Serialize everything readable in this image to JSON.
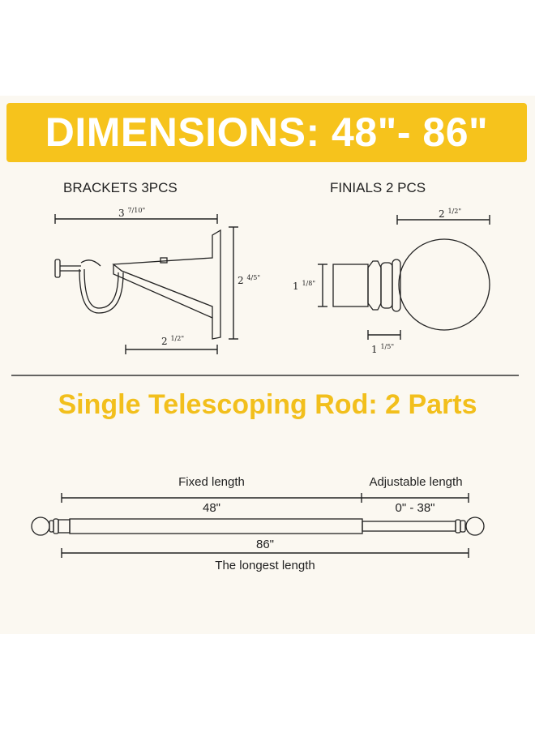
{
  "banner": {
    "title": "DIMENSIONS: 48\"- 86\"",
    "color": "#f6c31c"
  },
  "brackets": {
    "title": "BRACKETS 3PCS",
    "width_whole": "3",
    "width_frac": "7/10",
    "width_unit": "\"",
    "height_whole": "2",
    "height_frac": "4/5",
    "height_unit": "\"",
    "depth_whole": "2",
    "depth_frac": "1/2",
    "depth_unit": "\""
  },
  "finials": {
    "title": "FINIALS 2 PCS",
    "diameter_whole": "2",
    "diameter_frac": "1/2",
    "diameter_unit": "\"",
    "socket_whole": "1",
    "socket_frac": "1/8",
    "socket_unit": "\"",
    "neck_whole": "1",
    "neck_frac": "1/5",
    "neck_unit": "\""
  },
  "rod": {
    "title": "Single Telescoping Rod: 2 Parts",
    "title_color": "#f2bf1c",
    "fixed_label": "Fixed length",
    "fixed_value": "48\"",
    "adjustable_label": "Adjustable length",
    "adjustable_value": "0\" - 38\"",
    "total_value": "86\"",
    "total_label": "The longest length"
  }
}
